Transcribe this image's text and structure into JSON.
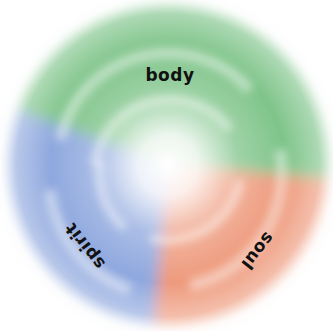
{
  "diagram": {
    "nodes": [
      {
        "text": [
          "body"
        ]
      },
      {
        "text": [
          "soul"
        ]
      },
      {
        "text": [
          "spirit"
        ]
      }
    ]
  }
}
